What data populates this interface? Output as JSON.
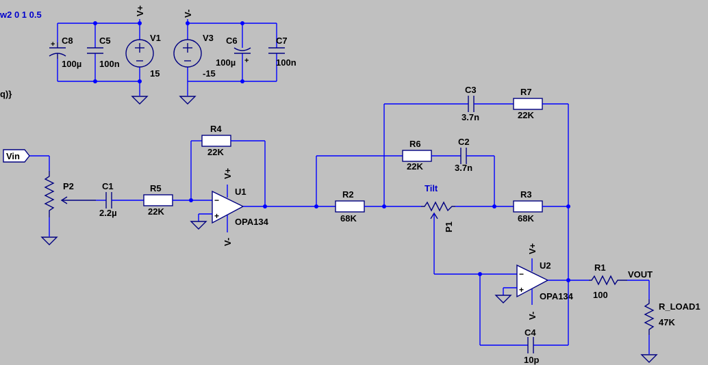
{
  "directives": {
    "step_fragment": "w2 0 1 0.5",
    "param_fragment": "q)}"
  },
  "power": {
    "vplus_label": "V+",
    "vminus_label": "V-",
    "V1": {
      "name": "V1",
      "value": "15"
    },
    "V3": {
      "name": "V3",
      "value": "-15"
    },
    "C8": {
      "name": "C8",
      "value": "100µ"
    },
    "C5": {
      "name": "C5",
      "value": "100n"
    },
    "C6": {
      "name": "C6",
      "value": "100µ"
    },
    "C7": {
      "name": "C7",
      "value": "100n"
    }
  },
  "input": {
    "label": "Vin",
    "P2": {
      "name": "P2"
    },
    "C1": {
      "name": "C1",
      "value": "2.2µ"
    },
    "R5": {
      "name": "R5",
      "value": "22K"
    },
    "R4": {
      "name": "R4",
      "value": "22K"
    },
    "U1": {
      "name": "U1",
      "model": "OPA134",
      "vplus": "V+",
      "vminus": "V-"
    }
  },
  "tilt": {
    "R2": {
      "name": "R2",
      "value": "68K"
    },
    "R3": {
      "name": "R3",
      "value": "68K"
    },
    "R6": {
      "name": "R6",
      "value": "22K"
    },
    "R7": {
      "name": "R7",
      "value": "22K"
    },
    "C2": {
      "name": "C2",
      "value": "3.7n"
    },
    "C3": {
      "name": "C3",
      "value": "3.7n"
    },
    "P1": {
      "name": "P1",
      "net_label": "Tilt"
    },
    "U2": {
      "name": "U2",
      "model": "OPA134",
      "vplus": "V+",
      "vminus": "V-"
    },
    "C4": {
      "name": "C4",
      "value": "10p"
    }
  },
  "output": {
    "R1": {
      "name": "R1",
      "value": "100"
    },
    "net_label": "VOUT",
    "R_LOAD1": {
      "name": "R_LOAD1",
      "value": "47K"
    }
  }
}
